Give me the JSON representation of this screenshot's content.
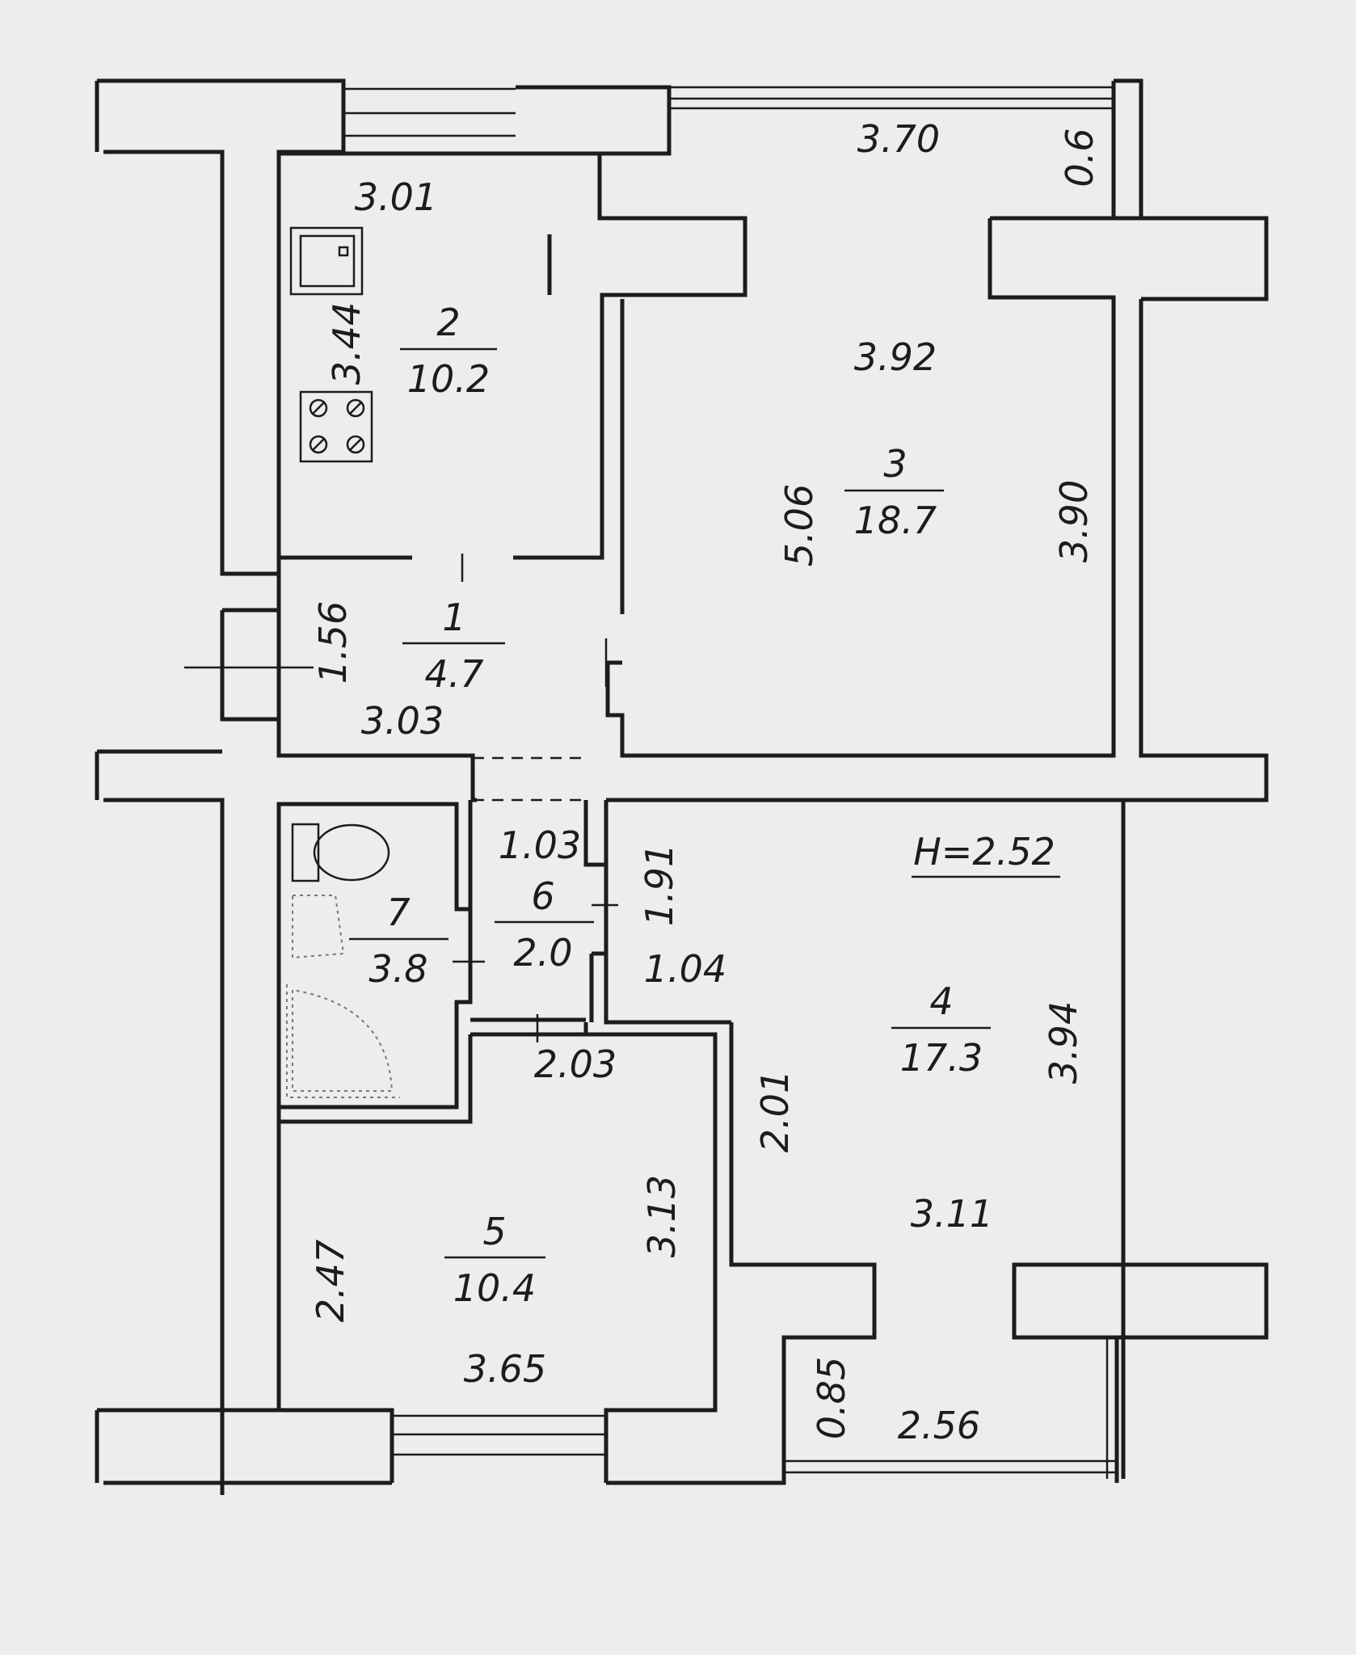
{
  "ceiling_height": "H=2.52",
  "rooms": [
    {
      "id": "room-1",
      "number": "1",
      "area": "4.7"
    },
    {
      "id": "room-2",
      "number": "2",
      "area": "10.2"
    },
    {
      "id": "room-3",
      "number": "3",
      "area": "18.7"
    },
    {
      "id": "room-4",
      "number": "4",
      "area": "17.3"
    },
    {
      "id": "room-5",
      "number": "5",
      "area": "10.4"
    },
    {
      "id": "room-6",
      "number": "6",
      "area": "2.0"
    },
    {
      "id": "room-7",
      "number": "7",
      "area": "3.8"
    }
  ],
  "dimensions": {
    "room2_width": "3.01",
    "room2_length": "3.44",
    "room3_balcony_width": "3.70",
    "room3_balcony_depth": "0.6",
    "room3_width": "3.92",
    "room3_length": "5.06",
    "room3_right": "3.90",
    "room1_length": "1.56",
    "room1_width": "3.03",
    "room6_width": "1.03",
    "room6_length": "1.91",
    "room6_depth": "1.04",
    "room5_top": "2.03",
    "room4_left": "2.01",
    "room4_right": "3.94",
    "room4_width": "3.11",
    "room5_right": "3.13",
    "room5_left": "2.47",
    "room5_width": "3.65",
    "room4_niche": "0.85",
    "room4_bottom": "2.56"
  }
}
